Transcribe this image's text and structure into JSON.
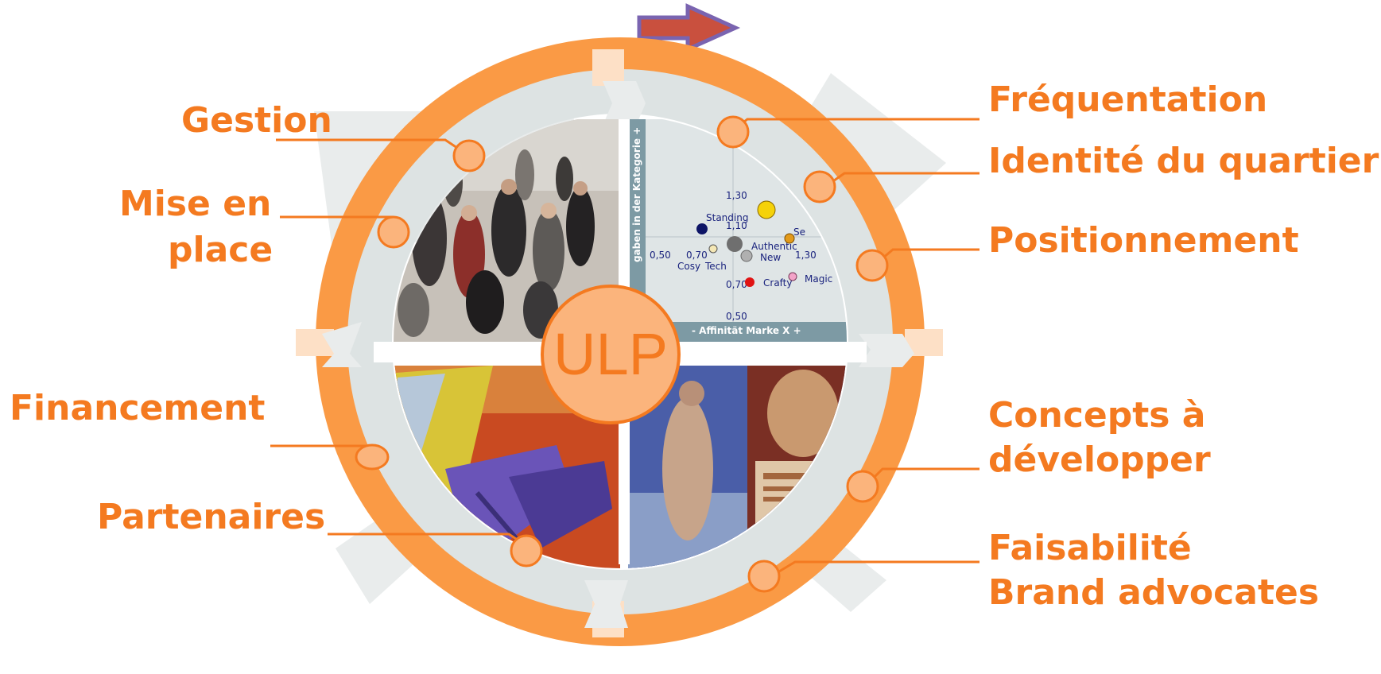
{
  "center_label": "ULP",
  "labels": {
    "gestion": "Gestion",
    "mise_en_place_1": "Mise en",
    "mise_en_place_2": "place",
    "financement": "Financement",
    "partenaires": "Partenaires",
    "frequentation": "Fréquentation",
    "identite": "Identité du quartier",
    "positionnement": "Positionnement",
    "concepts_1": "Concepts à",
    "concepts_2": "développer",
    "faisabilite": "Faisabilité",
    "brand_advocates": "Brand advocates"
  },
  "mini_chart": {
    "ylabel": "gaben in der Kategorie +",
    "xlabel": "- Affinität Marke X +",
    "ytick_130": "1,30",
    "ytick_110": "1,10",
    "ytick_070": "0,70",
    "ytick_050": "0,50",
    "xtick_050": "0,50",
    "xtick_070": "0,70",
    "xtick_130": "1,30",
    "p_standing": "Standing",
    "p_cosy": "Cosy",
    "p_tech": "Tech",
    "p_authentic": "Authentic",
    "p_new": "New",
    "p_crafty": "Crafty",
    "p_magic": "Magic",
    "p_se": "Se"
  },
  "colors": {
    "orange": "#f47a20",
    "ring": "#fa9a45",
    "grey": "#dde3e3",
    "center_fill": "#fbb47c",
    "arrow_fill": "#c9503e",
    "arrow_stroke": "#7a64b0"
  },
  "icons": {
    "arrow": "right-arrow-icon"
  }
}
